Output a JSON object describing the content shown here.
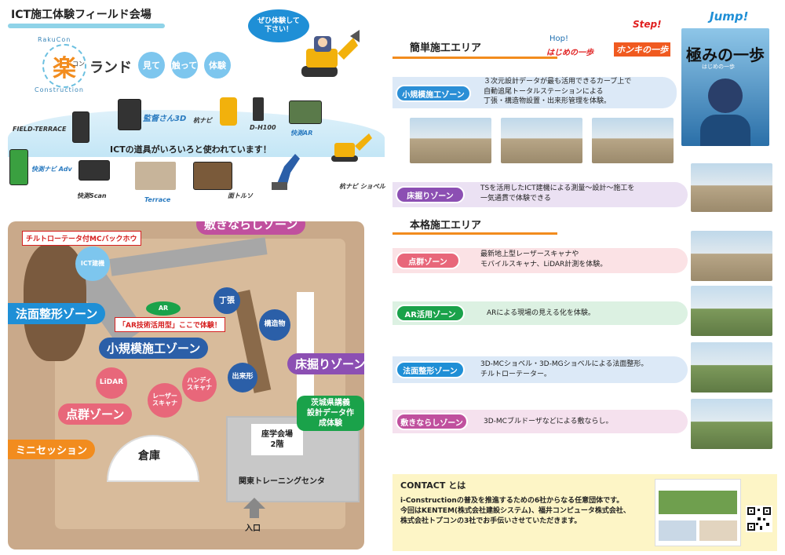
{
  "header": {
    "title": "ICT施工体験フィールド会場"
  },
  "logo": {
    "kanji": "楽",
    "kon": "コン",
    "name": "ランド",
    "top_text": "RakuCon",
    "bottom_text": "Construction"
  },
  "bubbles": [
    "見て",
    "触って",
    "体験"
  ],
  "speech": "ぜひ体験して\n下さい！",
  "ict_band_text": "ICTの道具がいろいろと使われています！",
  "tools": {
    "field_terrace": "FIELD-TERRACE",
    "kansoku_3d": "監督さん3D",
    "kuiyu_navi": "杭ナビ",
    "d_h100": "D-H100",
    "kaisoku_ar": "快測AR",
    "kaisoku_navi": "快測ナビ Adv",
    "kaisoku_scan": "快測Scan",
    "terrace": "Terrace",
    "ido_toru": "面トルソ",
    "kuiyu_shovel": "杭ナビ ショベル"
  },
  "map": {
    "zones": {
      "shikinarashi": "敷きならしゾーン",
      "hoomen": "法面整形ゾーン",
      "shokibo": "小規模施工ゾーン",
      "tokobori": "床掘りゾーン",
      "tengun": "点群ゾーン",
      "mini_session": "ミニセッション"
    },
    "tags": {
      "chiltrot": "チルトローテータ付MCバックホウ",
      "ar_experience": "「AR技術活用型」ここで体験！"
    },
    "circles": {
      "ict_kenki": "ICT建機",
      "ar": "AR",
      "chouhari": "丁張",
      "kouzoubutsu": "構造物",
      "dekigata": "出来形",
      "lidar": "LiDAR",
      "laser_scanner": "レーザー\nスキャナ",
      "handy_scanner": "ハンディ\nスキャナ"
    },
    "warehouse": "倉庫",
    "seminar": "座学会場\n2階",
    "training_center": "関東トレーニングセンタ",
    "entrance": "入口",
    "ibaraki": "茨城県講義\n設計データ作成体験"
  },
  "hop_step_jump": {
    "hop": "Hop!",
    "hop_text": "はじめの一歩",
    "step": "Step!",
    "step_text": "ホンキの一歩",
    "jump": "Jump!"
  },
  "book": {
    "title": "極みの一歩",
    "subtitle": "はじめの一歩"
  },
  "easy_area": {
    "title": "簡単施工エリア",
    "rows": [
      {
        "label": "小規模施工ゾーン",
        "text": "３次元設計データが最も活用できるカーブ上で\n自動追尾トータルステーションによる\n丁張・構造物設置・出来形管理を体験。",
        "color": "#2b8fd6"
      },
      {
        "label": "床掘りゾーン",
        "text": "TSを活用したICT建機による測量～設計～施工を\n一気通貫で体験できる",
        "color": "#8c4fb3"
      }
    ]
  },
  "full_area": {
    "title": "本格施工エリア",
    "rows": [
      {
        "label": "点群ゾーン",
        "text": "最新地上型レーザースキャナや\nモバイルスキャナ、LiDAR計測を体験。",
        "color": "#e8677a"
      },
      {
        "label": "AR活用ゾーン",
        "text": "ARによる現場の見える化を体験。",
        "color": "#1aa24a"
      },
      {
        "label": "法面整形ゾーン",
        "text": "3D-MCショベル・3D-MGショベルによる法面整形。\nチルトローテーター。",
        "color": "#1f8fd6"
      },
      {
        "label": "敷きならしゾーン",
        "text": "3D-MCブルドーザなどによる敷ならし。",
        "color": "#c0509e"
      }
    ]
  },
  "contact": {
    "title": "CONTACT とは",
    "text": "i-Constructionの普及を推進するための6社からなる任意団体です。\n今回はKENTEM(株式会社建設システム)、福井コンピュータ株式会社、\n株式会社トプコンの3社でお手伝いさせていただきます。"
  }
}
